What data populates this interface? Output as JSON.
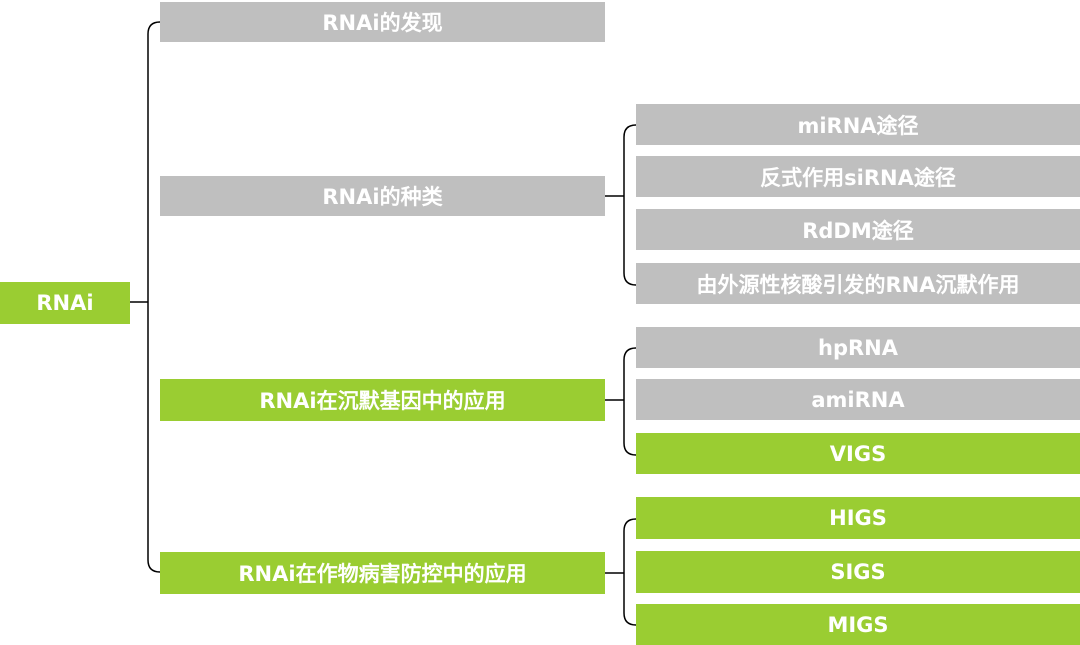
{
  "colors": {
    "highlight": "#9acd32",
    "normal": "#bfbfbf",
    "text": "#ffffff",
    "connector": "#000000"
  },
  "root": {
    "label": "RNAi",
    "color": "highlight"
  },
  "branches": [
    {
      "label": "RNAi的发现",
      "color": "normal",
      "children": []
    },
    {
      "label": "RNAi的种类",
      "color": "normal",
      "children": [
        {
          "label": "miRNA途径",
          "color": "normal"
        },
        {
          "label": "反式作用siRNA途径",
          "color": "normal"
        },
        {
          "label": "RdDM途径",
          "color": "normal"
        },
        {
          "label": "由外源性核酸引发的RNA沉默作用",
          "color": "normal"
        }
      ]
    },
    {
      "label": "RNAi在沉默基因中的应用",
      "color": "highlight",
      "children": [
        {
          "label": "hpRNA",
          "color": "normal"
        },
        {
          "label": "amiRNA",
          "color": "normal"
        },
        {
          "label": "VIGS",
          "color": "highlight"
        }
      ]
    },
    {
      "label": "RNAi在作物病害防控中的应用",
      "color": "highlight",
      "children": [
        {
          "label": "HIGS",
          "color": "highlight"
        },
        {
          "label": "SIGS",
          "color": "highlight"
        },
        {
          "label": "MIGS",
          "color": "highlight"
        }
      ]
    }
  ]
}
